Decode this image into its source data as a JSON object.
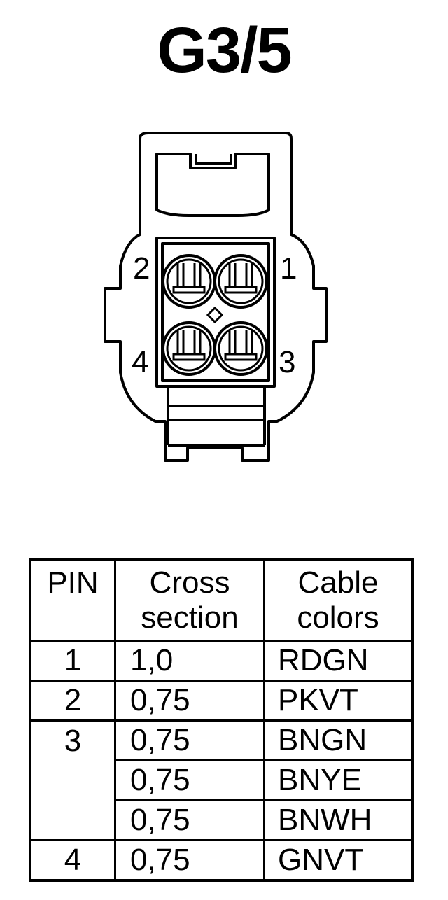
{
  "title": "G3/5",
  "connector": {
    "pin_labels": [
      {
        "id": "2",
        "text": "2"
      },
      {
        "id": "1",
        "text": "1"
      },
      {
        "id": "4",
        "text": "4"
      },
      {
        "id": "3",
        "text": "3"
      }
    ]
  },
  "table": {
    "headers": {
      "pin": "PIN",
      "cross_section": [
        "Cross",
        "section"
      ],
      "cable_colors": [
        "Cable",
        "colors"
      ]
    },
    "rows": [
      {
        "pin": "1",
        "cross_section": "1,0",
        "color": "RDGN"
      },
      {
        "pin": "2",
        "cross_section": "0,75",
        "color": "PKVT"
      },
      {
        "pin": "3",
        "cross_section": "0,75",
        "color": "BNGN"
      },
      {
        "pin": "",
        "cross_section": "0,75",
        "color": "BNYE"
      },
      {
        "pin": "",
        "cross_section": "0,75",
        "color": "BNWH"
      },
      {
        "pin": "4",
        "cross_section": "0,75",
        "color": "GNVT"
      }
    ]
  }
}
